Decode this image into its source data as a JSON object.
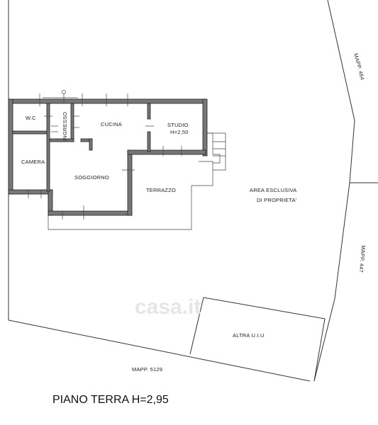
{
  "labels": {
    "wc": "W.C",
    "ingresso": "INGRESSO",
    "cucina": "CUCINA",
    "studio": "STUDIO",
    "studio_height": "H=2,50",
    "camera": "CAMERA",
    "soggiorno": "SOGGIORNO",
    "terrazzo": "TERRAZZO",
    "area_line1": "AREA ESCLUSIVA",
    "area_line2": "DI PROPRIETA'",
    "altra_uiu": "ALTRA U.I.U",
    "mapp_464": "MAPP. 464",
    "mapp_447": "MAPP. 447",
    "mapp_5129": "MAPP. 5129"
  },
  "title": "PIANO TERRA H=2,95",
  "watermark": "casa.it"
}
